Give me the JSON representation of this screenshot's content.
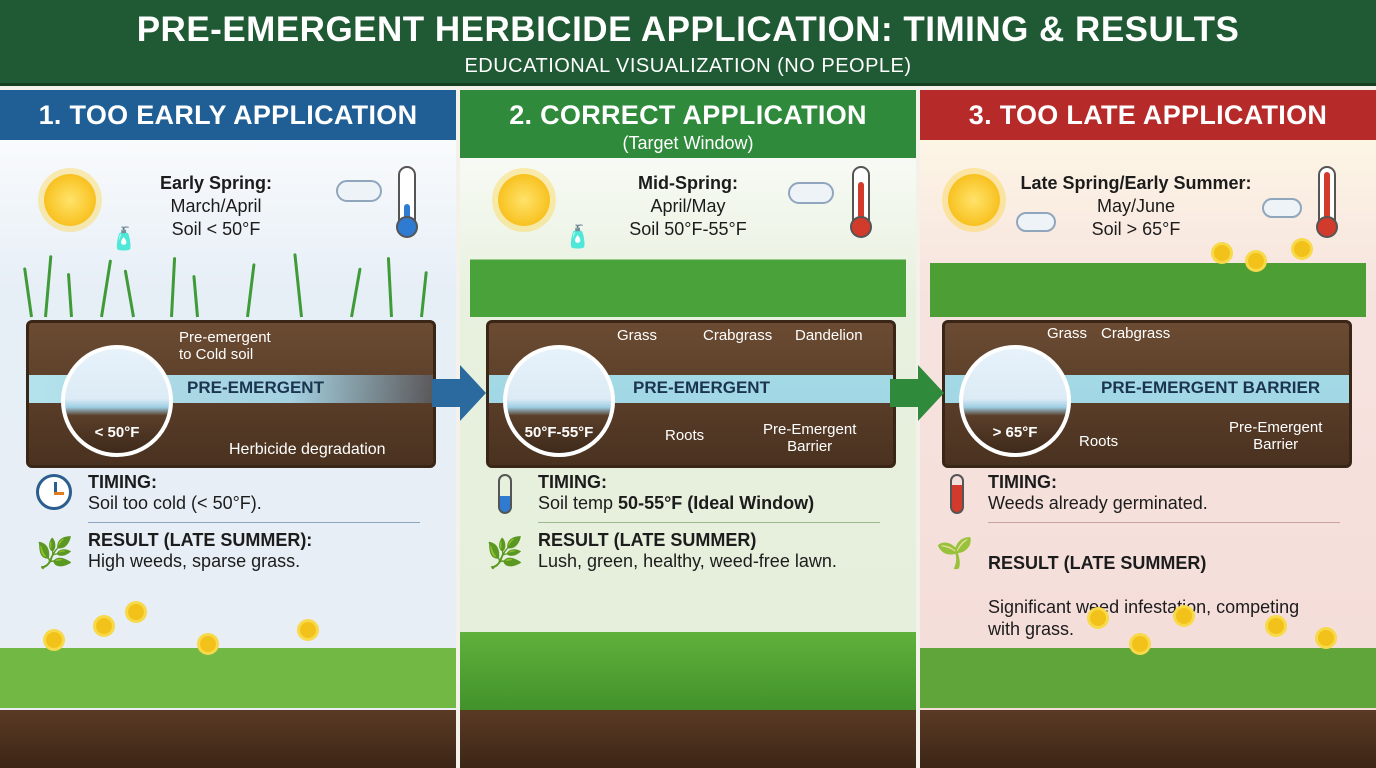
{
  "title": "PRE-EMERGENT HERBICIDE APPLICATION: TIMING & RESULTS",
  "subtitle": "EDUCATIONAL VISUALIZATION (NO PEOPLE)",
  "colors": {
    "banner": "#1f5a34",
    "early": "#1f5f96",
    "correct": "#2f8a3c",
    "late": "#b72a2a"
  },
  "panels": [
    {
      "heading": "1. TOO EARLY APPLICATION",
      "season_title": "Early Spring:",
      "months": "March/April",
      "soil": "Soil < 50°F",
      "soil_labels": {
        "top": "Pre-emergent\nto Cold soil",
        "band": "PRE-EMERGENT",
        "degradation": "Herbicide degradation",
        "circle": "< 50°F"
      },
      "timing_label": "TIMING:",
      "timing_text": "Soil too cold (< 50°F).",
      "result_label": "RESULT (LATE SUMMER):",
      "result_text": "High weeds, sparse grass.",
      "icons": [
        "sun-icon",
        "cloud-icon",
        "thermometer-icon",
        "sprayer-icon",
        "clock-icon",
        "grass-icon"
      ]
    },
    {
      "heading": "2. CORRECT APPLICATION",
      "window": "(Target Window)",
      "season_title": "Mid-Spring:",
      "months": "April/May",
      "soil": "Soil 50°F-55°F",
      "soil_labels": {
        "grass": "Grass",
        "crabgrass": "Crabgrass",
        "dandelion": "Dandelion",
        "band": "PRE-EMERGENT",
        "roots": "Roots",
        "barrier": "Pre-Emergent\nBarrier",
        "circle": "50°F-55°F"
      },
      "timing_label": "TIMING:",
      "timing_text_prefix": "Soil temp ",
      "timing_text_bold": "50-55°F (Ideal Window)",
      "result_label": "RESULT (LATE SUMMER)",
      "result_text": "Lush, green, healthy, weed-free lawn.",
      "icons": [
        "sun-icon",
        "cloud-icon",
        "thermometer-icon",
        "sprayer-icon",
        "grass-icon"
      ]
    },
    {
      "heading": "3. TOO LATE APPLICATION",
      "season_title": "Late Spring/Early Summer:",
      "months": "May/June",
      "soil": "Soil > 65°F",
      "soil_labels": {
        "grass": "Grass",
        "crabgrass": "Crabgrass",
        "band": "PRE-EMERGENT BARRIER",
        "roots": "Roots",
        "barrier": "Pre-Emergent\nBarrier",
        "circle": "> 65°F"
      },
      "timing_label": "TIMING:",
      "timing_text": "Weeds already germinated.",
      "result_label": "RESULT (LATE SUMMER)",
      "result_text": "Significant weed infestation, competing\nwith grass.",
      "icons": [
        "sun-icon",
        "cloud-icon",
        "thermometer-icon",
        "sprayer-icon",
        "weed-icon"
      ]
    }
  ]
}
